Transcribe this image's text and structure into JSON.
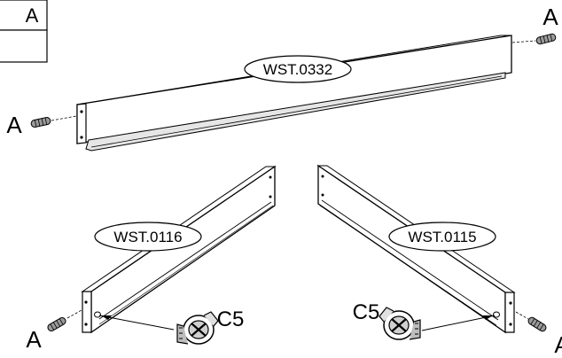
{
  "parts": {
    "top_rail": "WST.0332",
    "left_rail": "WST.0116",
    "right_rail": "WST.0115"
  },
  "fitting_labels": {
    "dowel": "A",
    "cam_lock": "C5"
  },
  "legend_box": {
    "top_cell": "A",
    "bottom_cell": ""
  }
}
